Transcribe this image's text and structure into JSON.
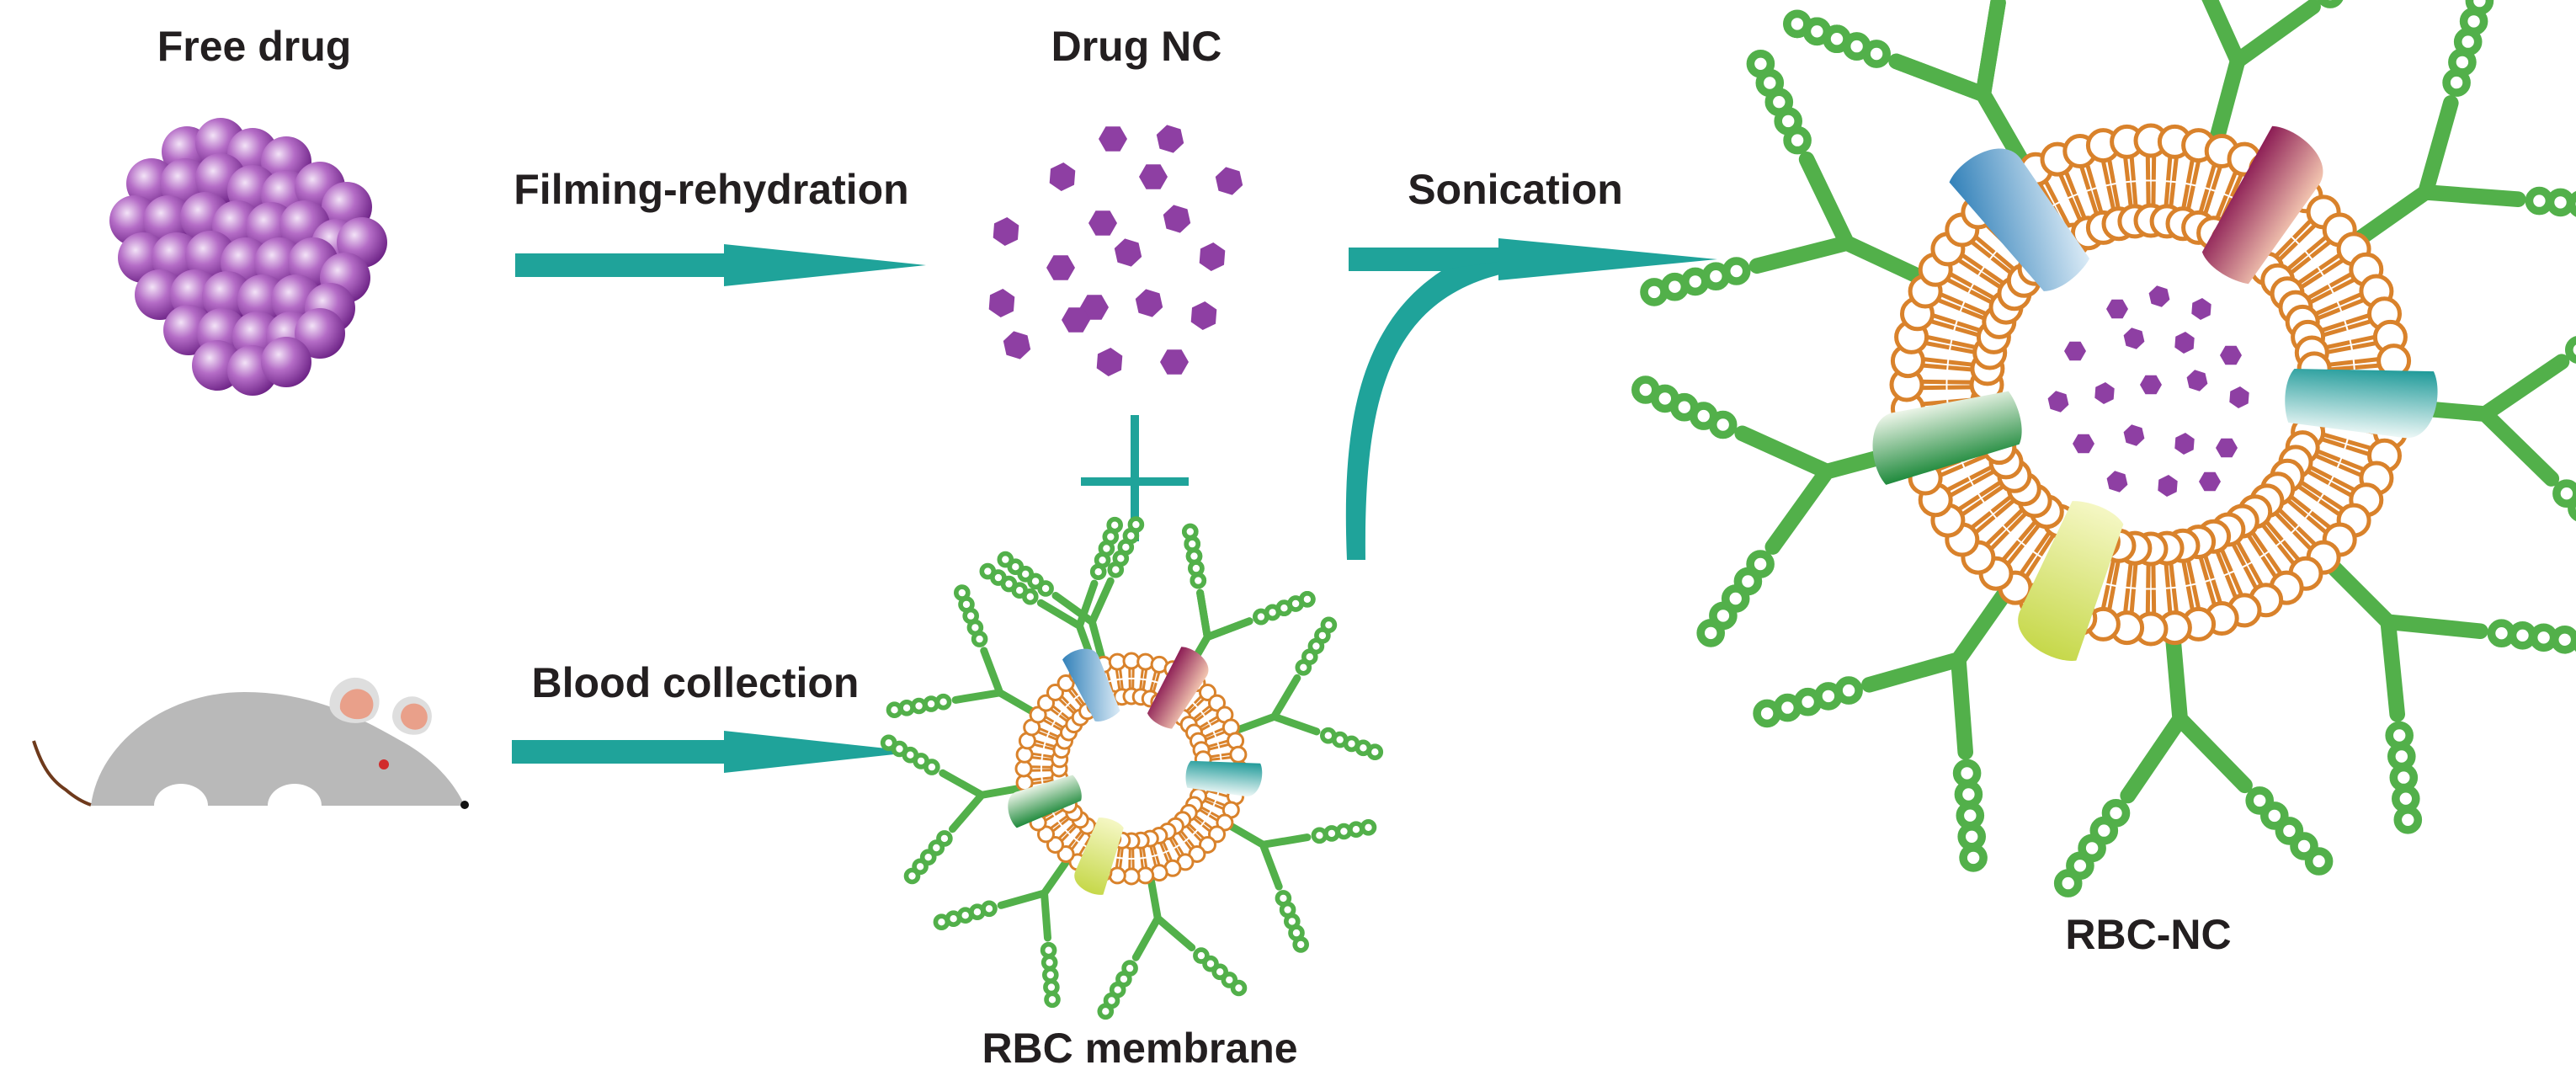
{
  "labels": {
    "free_drug": "Free drug",
    "drug_nc": "Drug NC",
    "filming_rehydration": "Filming-rehydration",
    "sonication": "Sonication",
    "blood_collection": "Blood collection",
    "rbc_membrane": "RBC membrane",
    "rbc_nc": "RBC-NC"
  },
  "colors": {
    "arrow": "#1fa39a",
    "drug_purple": "#8e3fa3",
    "lipid_orange": "#d9822b",
    "glycan_green": "#52b04a",
    "mouse_gray": "#b9b9b9",
    "mouse_ear": "#e9a08a"
  }
}
